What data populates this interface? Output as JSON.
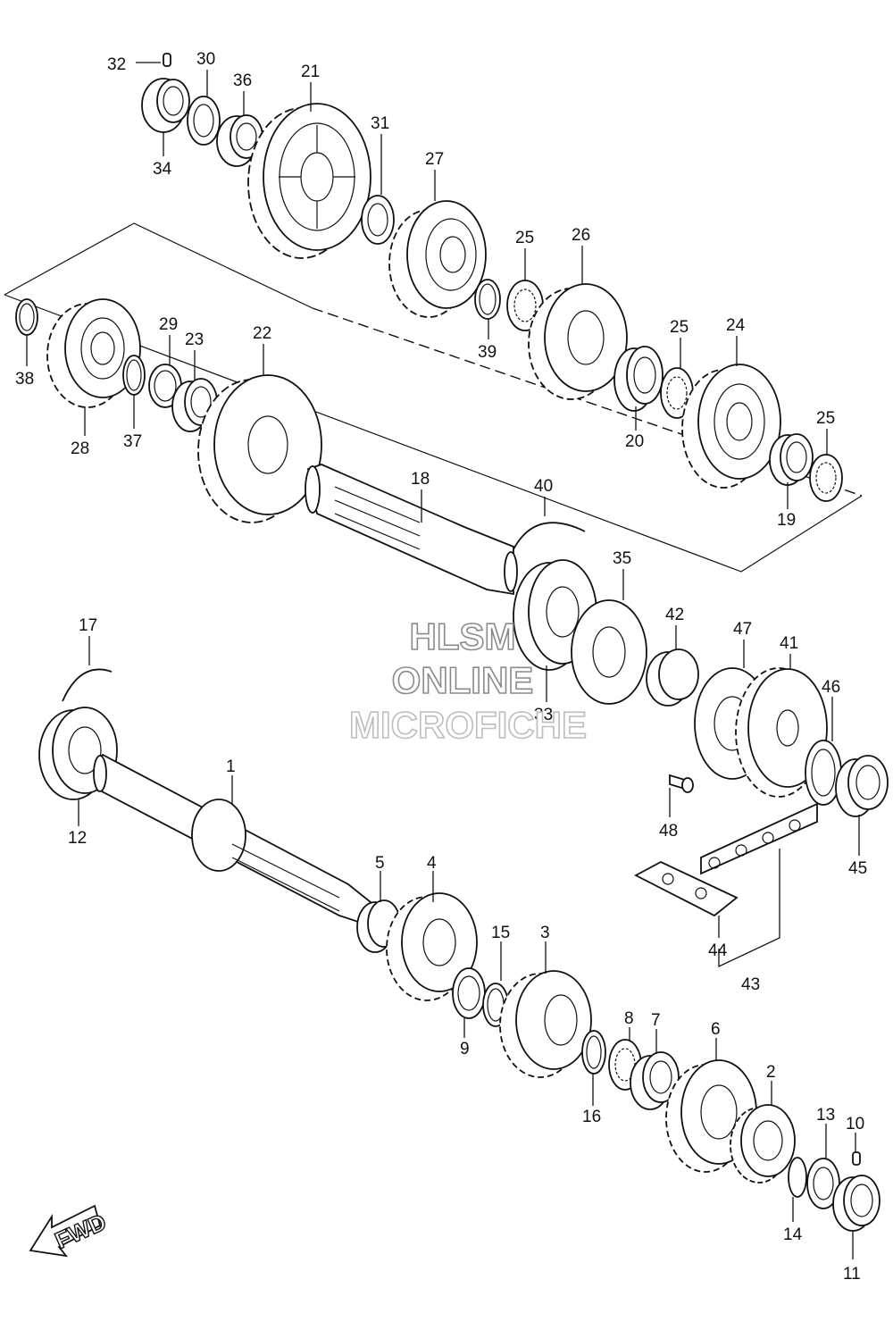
{
  "diagram": {
    "callouts": [
      "1",
      "2",
      "3",
      "4",
      "5",
      "6",
      "7",
      "8",
      "9",
      "10",
      "11",
      "12",
      "13",
      "14",
      "15",
      "16",
      "17",
      "18",
      "19",
      "20",
      "21",
      "22",
      "23",
      "24",
      "25",
      "25",
      "25",
      "26",
      "27",
      "28",
      "29",
      "30",
      "31",
      "32",
      "33",
      "34",
      "35",
      "36",
      "37",
      "38",
      "39",
      "40",
      "41",
      "42",
      "43",
      "44",
      "45",
      "46",
      "47",
      "48"
    ],
    "direction_badge": "FWD"
  },
  "watermark": {
    "line1": "HLSM",
    "line2": "ONLINE",
    "line3": "MICROFICHE"
  }
}
